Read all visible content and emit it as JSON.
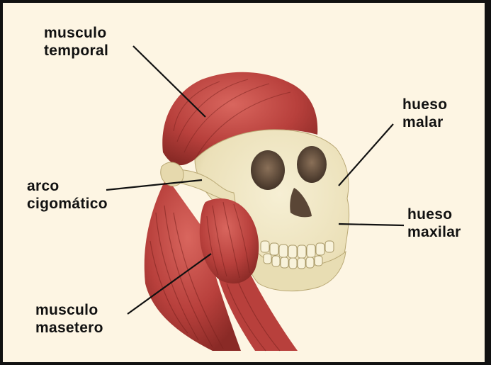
{
  "labels": {
    "musculo_temporal": "musculo\ntemporal",
    "hueso_malar": "hueso\nmalar",
    "arco_cigomatico": "arco\ncigomático",
    "hueso_maxilar": "hueso\nmaxilar",
    "musculo_masetero": "musculo\nmasetero"
  },
  "colors": {
    "background": "#fdf5e3",
    "muscle": "#b8403c",
    "muscle_dark": "#8a2a26",
    "bone": "#efe6c2",
    "bone_shadow": "#cbbd8c",
    "orbit": "#5a4636",
    "leader_line": "#111111"
  }
}
